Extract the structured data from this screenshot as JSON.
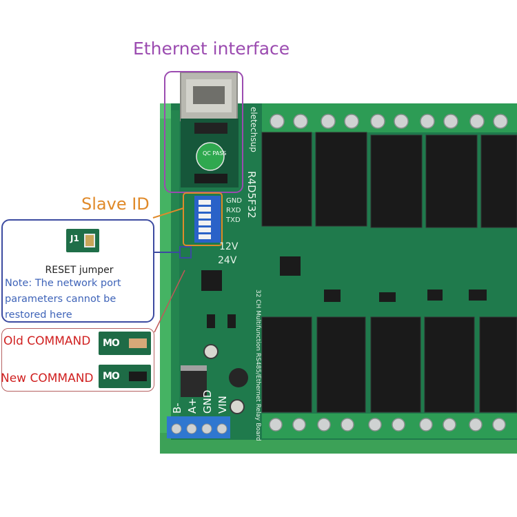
{
  "labels": {
    "ethernet": "Ethernet interface",
    "slave_id": "Slave ID",
    "reset_title": "RESET jumper",
    "reset_note": "Note: The network port parameters cannot be restored here",
    "old_command": "Old COMMAND",
    "new_command": "New COMMAND",
    "jumper_ref": "J1",
    "mode_tag": "MO"
  },
  "board": {
    "brand": "eletechsup",
    "model": "R4D5F32",
    "uart_pins": [
      "GND",
      "RXD",
      "TXD"
    ],
    "voltage_12": "12V",
    "voltage_24": "24V",
    "qc_stamp": "QC PASS",
    "silk_text": "32 CH Multifunction RS485/Ethernet Relay Board",
    "terminals": [
      "B-",
      "A+",
      "GND",
      "VIN"
    ]
  },
  "colors": {
    "ethernet_label": "#9b4bb0",
    "slave_label": "#e08a2a",
    "reset_box": "#3b4aa0",
    "note_text": "#3e63b8",
    "command_text": "#d02020",
    "pcb": "#1f7a4c",
    "relay": "#1a1a1a",
    "enclosure": "#3fae5d"
  }
}
